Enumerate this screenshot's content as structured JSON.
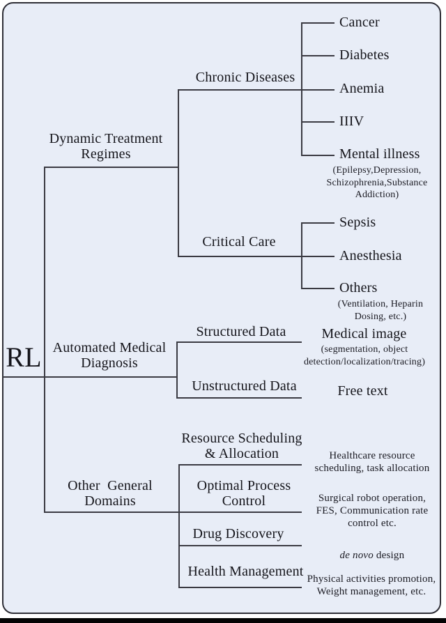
{
  "figure": {
    "description": "Tree diagram of reinforcement learning application domains in healthcare"
  },
  "colors": {
    "background": "#e8edf7",
    "frame_border": "#2e2e36",
    "connector_line": "#3a3a42",
    "text": "#14141a",
    "bottom_bar": "#040404"
  },
  "tree": {
    "root_label": "RL",
    "branches": [
      {
        "label": "Dynamic Treatment\nRegimes",
        "children": [
          {
            "label": "Chronic Diseases",
            "children": [
              {
                "label": "Cancer"
              },
              {
                "label": "Diabetes"
              },
              {
                "label": "Anemia"
              },
              {
                "label": "IIIV"
              },
              {
                "label": "Mental illness",
                "note": "(Epilepsy,Depression,\nSchizophrenia,Substance\nAddiction)"
              }
            ]
          },
          {
            "label": "Critical Care",
            "children": [
              {
                "label": "Sepsis"
              },
              {
                "label": "Anesthesia"
              },
              {
                "label": "Others",
                "note": "(Ventilation, Heparin\nDosing, etc.)"
              }
            ]
          }
        ]
      },
      {
        "label": "Automated Medical\nDiagnosis",
        "children": [
          {
            "label": "Structured Data",
            "result": "Medical image",
            "result_note": "(segmentation, object\ndetection/localization/tracing)"
          },
          {
            "label": "Unstructured Data",
            "result": "Free text"
          }
        ]
      },
      {
        "label": "Other  General\nDomains",
        "children": [
          {
            "label": "Resource Scheduling\n& Allocation",
            "note": "Healthcare resource\nscheduling, task allocation"
          },
          {
            "label": "Optimal Process\nControl",
            "note": "Surgical robot operation,\nFES, Communication rate\ncontrol etc."
          },
          {
            "label": "Drug Discovery",
            "note_italic": "de novo",
            "note_rest": " design"
          },
          {
            "label": "Health Management",
            "note": "Physical activities promotion,\nWeight management, etc."
          }
        ]
      }
    ]
  }
}
